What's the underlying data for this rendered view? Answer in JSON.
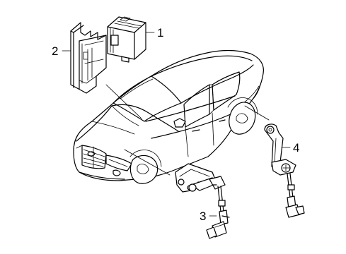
{
  "callouts": [
    {
      "id": "1",
      "label": "1",
      "part": "control-module"
    },
    {
      "id": "2",
      "label": "2",
      "part": "module-bracket"
    },
    {
      "id": "3",
      "label": "3",
      "part": "front-level-sensor"
    },
    {
      "id": "4",
      "label": "4",
      "part": "rear-level-sensor"
    }
  ]
}
